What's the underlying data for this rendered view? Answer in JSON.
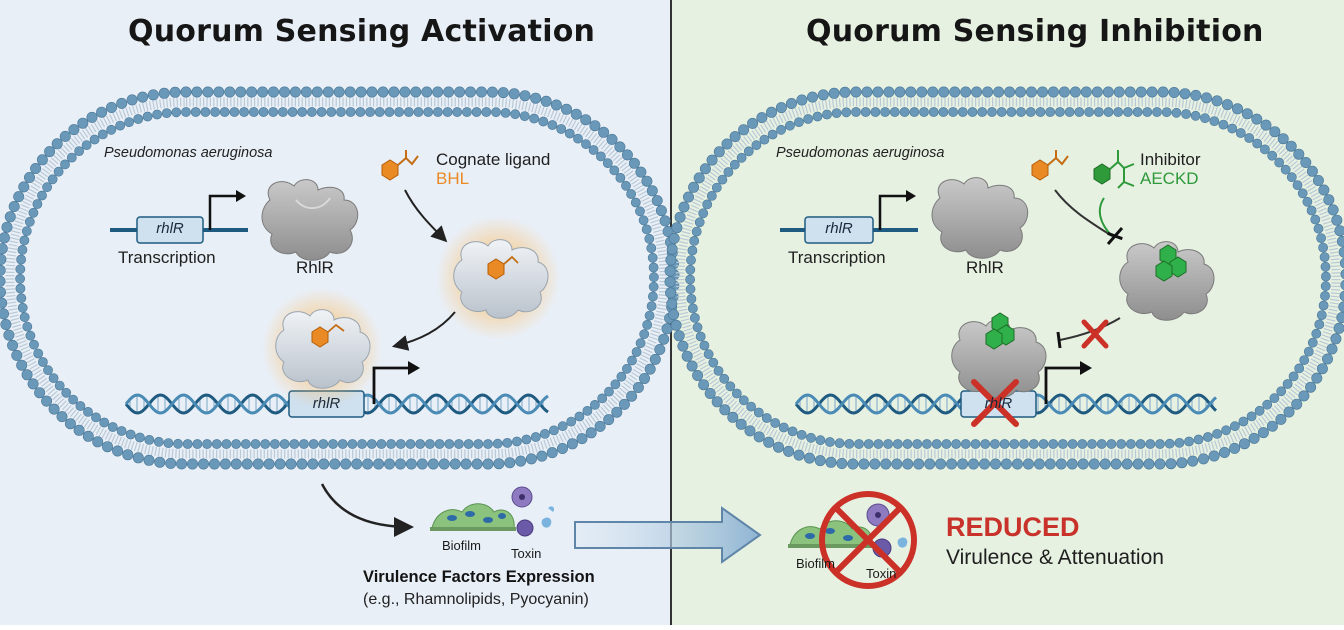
{
  "left_panel": {
    "title": "Quorum Sensing Activation",
    "organism": "Pseudomonas aeruginosa",
    "gene_promoter": "rhlR",
    "transcription_label": "Transcription",
    "protein_label": "RhlR",
    "ligand_label": "Cognate ligand",
    "ligand_name": "BHL",
    "gene_dna": "rhlR",
    "biofilm_label": "Biofilm",
    "toxin_label": "Toxin",
    "virulence_title": "Virulence Factors Expression",
    "virulence_examples": "(e.g., Rhamnolipids, Pyocyanin)"
  },
  "right_panel": {
    "title": "Quorum Sensing Inhibition",
    "organism": "Pseudomonas aeruginosa",
    "gene_promoter": "rhlR",
    "transcription_label": "Transcription",
    "protein_label": "RhlR",
    "inhibitor_label": "Inhibitor",
    "inhibitor_name": "AECKD",
    "gene_dna": "rhlR",
    "biofilm_label": "Biofilm",
    "toxin_label": "Toxin",
    "reduced_title": "REDUCED",
    "reduced_subtitle": "Virulence & Attenuation"
  },
  "colors": {
    "left_background": "#e9eff7",
    "right_background": "#e7f1e2",
    "membrane": "#5f8fb0",
    "dna": "#1f5b80",
    "ligand_orange": "#e98a25",
    "inhibitor_green": "#2e9a3a",
    "cross_red": "#cc3128",
    "flow_arrow": "#a9c6dd"
  }
}
